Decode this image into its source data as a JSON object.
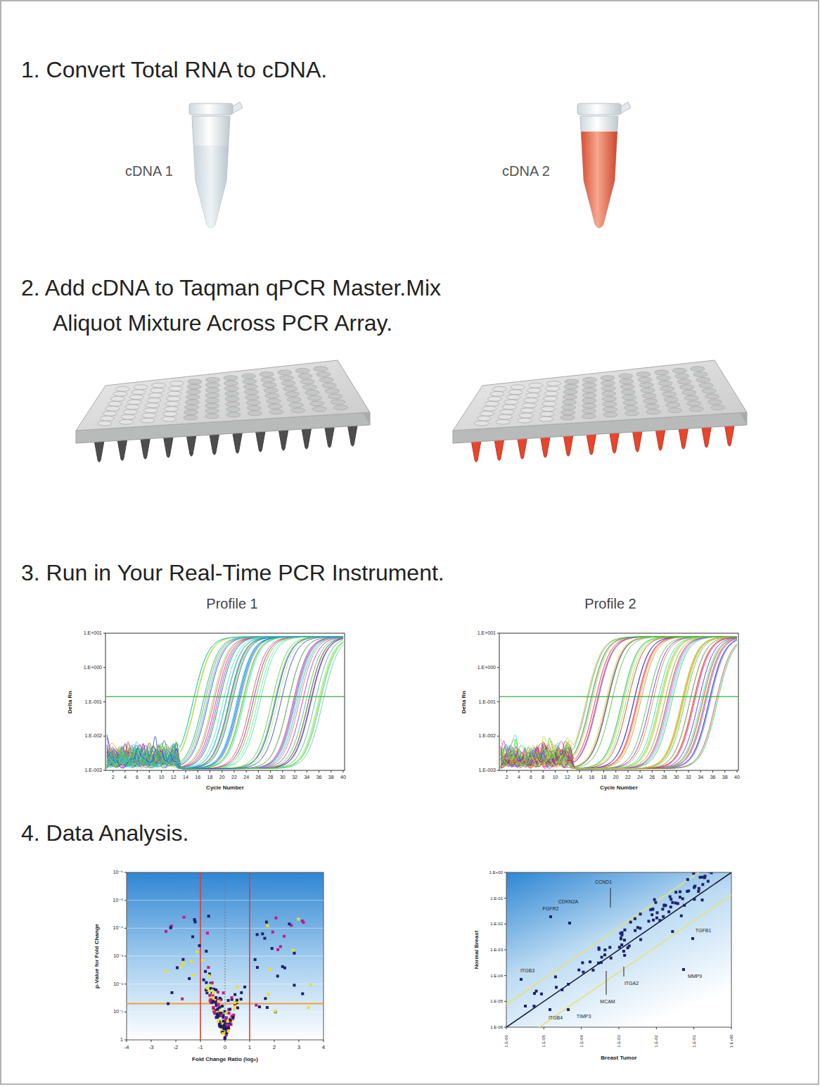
{
  "diagram": {
    "labels": [
      "1. Convert Total RNA to cDNA.",
      "cDNA 1",
      "cDNA 2",
      "2. Add cDNA to Taqman qPCR Master.Mix",
      "Aliquot Mixture Across PCR Array.",
      "3. Run in Your Real-Time PCR Instrument.",
      "Profile 1",
      "Profile 2",
      "4. Data Analysis.",
      "Delta Rn",
      "1.E+001",
      "1.E+000",
      "1.E-001",
      "1.E-002",
      "1.E-003",
      "2",
      "4",
      "6",
      "8",
      "10",
      "12",
      "14",
      "16",
      "18",
      "20",
      "22",
      "24",
      "26",
      "28",
      "30",
      "32",
      "34",
      "36",
      "38",
      "40",
      "Cycle Number",
      "Delta Rn",
      "1.E+001",
      "1.E+000",
      "1.E-001",
      "1.E-002",
      "1.E-003",
      "2",
      "4",
      "6",
      "8",
      "10",
      "12",
      "14",
      "16",
      "18",
      "20",
      "22",
      "24",
      "26",
      "28",
      "30",
      "32",
      "34",
      "36",
      "38",
      "40",
      "Cycle Number",
      "p-Value for Fold Change",
      "Fold Change Ratio (log₂)",
      "-4",
      "-3",
      "-2",
      "-1",
      "0",
      "1",
      "2",
      "3",
      "4",
      "1",
      "10⁻¹",
      "10⁻²",
      "10⁻³",
      "10⁻⁴",
      "10⁻⁵",
      "10⁻⁶",
      "Normal Breast",
      "Breast Tumor",
      "1.E+00",
      "1.E-01",
      "1.E-02",
      "1.E-03",
      "1.E-04",
      "1.E-05",
      "1.E-06",
      "1.E-06",
      "1.E-05",
      "1.E-04",
      "1.E-03",
      "1.E-02",
      "1.E-01",
      "1.E+00",
      "CCND1",
      "CDKN2A",
      "FGFR2",
      "ITGB3",
      "TGFB1",
      "MCAM",
      "ITGA2",
      "MMP9",
      "ITGB4",
      "TIMP3"
    ]
  }
}
